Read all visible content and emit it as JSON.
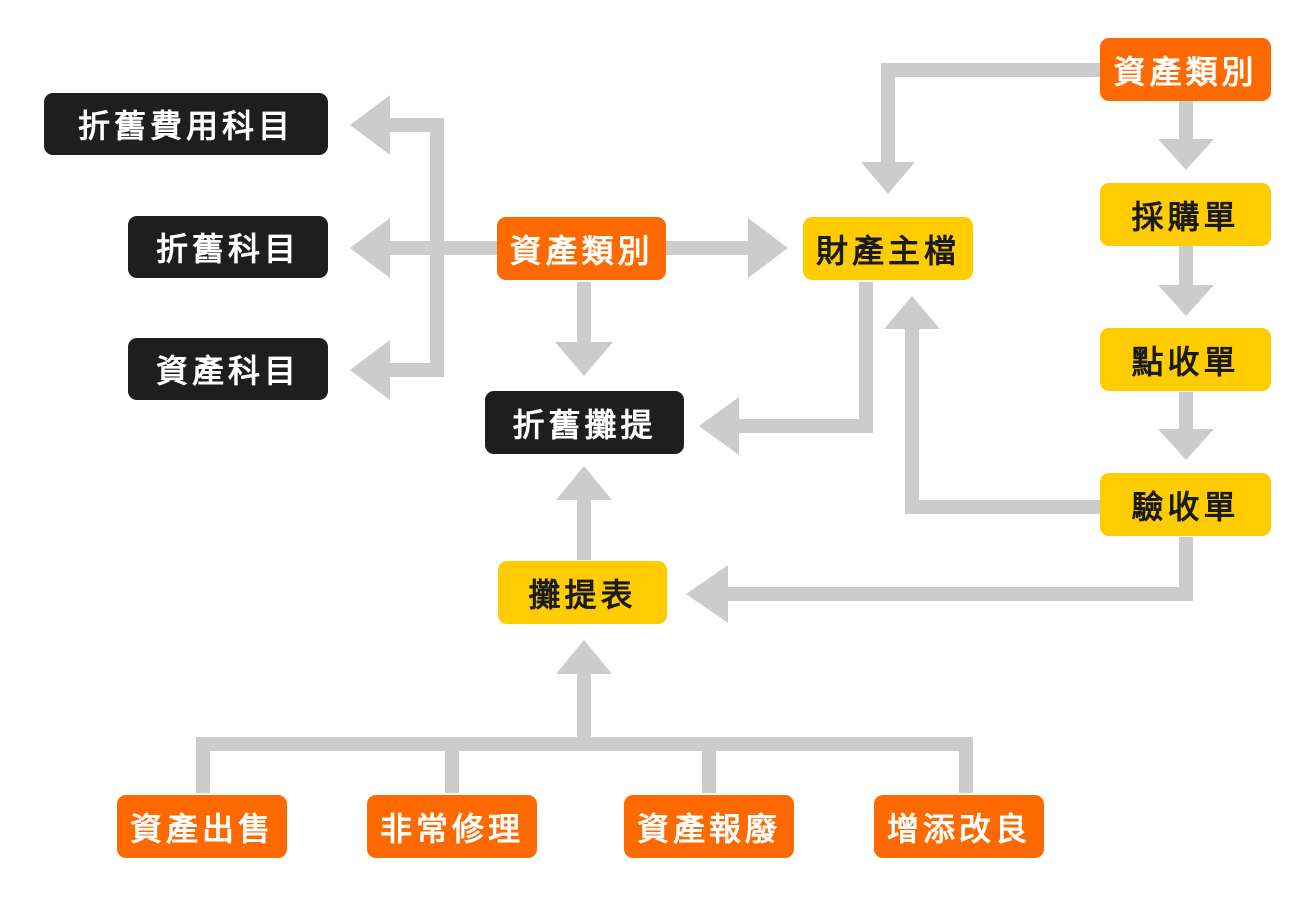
{
  "colors": {
    "connector": "#cccccc",
    "black_node": "#1e1e1e",
    "orange_node": "#ff6a00",
    "yellow_node": "#ffcc00"
  },
  "nodes": {
    "depreciation_expense_account": "折舊費用科目",
    "depreciation_account": "折舊科目",
    "asset_account": "資產科目",
    "asset_category_center": "資產類別",
    "property_master": "財產主檔",
    "asset_category_top_right": "資產類別",
    "purchase_order": "採購單",
    "receiving_note": "點收單",
    "inspection_note": "驗收單",
    "depreciation_provision": "折舊攤提",
    "provision_table": "攤提表",
    "asset_sale": "資產出售",
    "extraordinary_repair": "非常修理",
    "asset_scrap": "資產報廢",
    "improvement": "增添改良"
  }
}
